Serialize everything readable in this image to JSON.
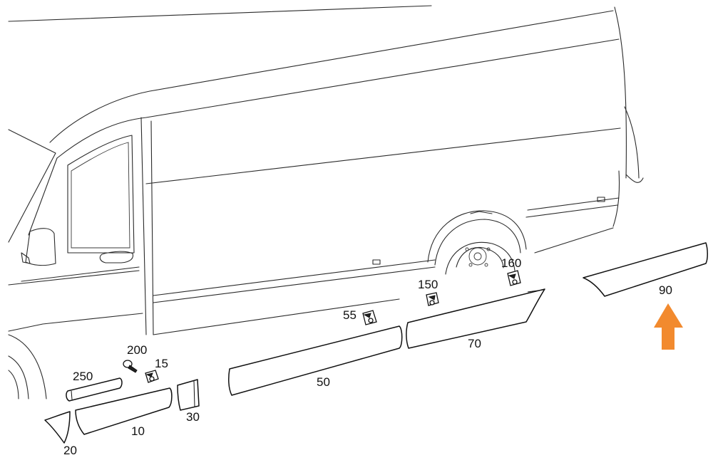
{
  "labels": {
    "p10": "10",
    "p15": "15",
    "p20": "20",
    "p30": "30",
    "p50": "50",
    "p55": "55",
    "p70": "70",
    "p90": "90",
    "p150": "150",
    "p160": "160",
    "p200": "200",
    "p250": "250"
  },
  "highlight": {
    "arrow_color": "#f28a2e",
    "arrow_points_to": "90"
  }
}
